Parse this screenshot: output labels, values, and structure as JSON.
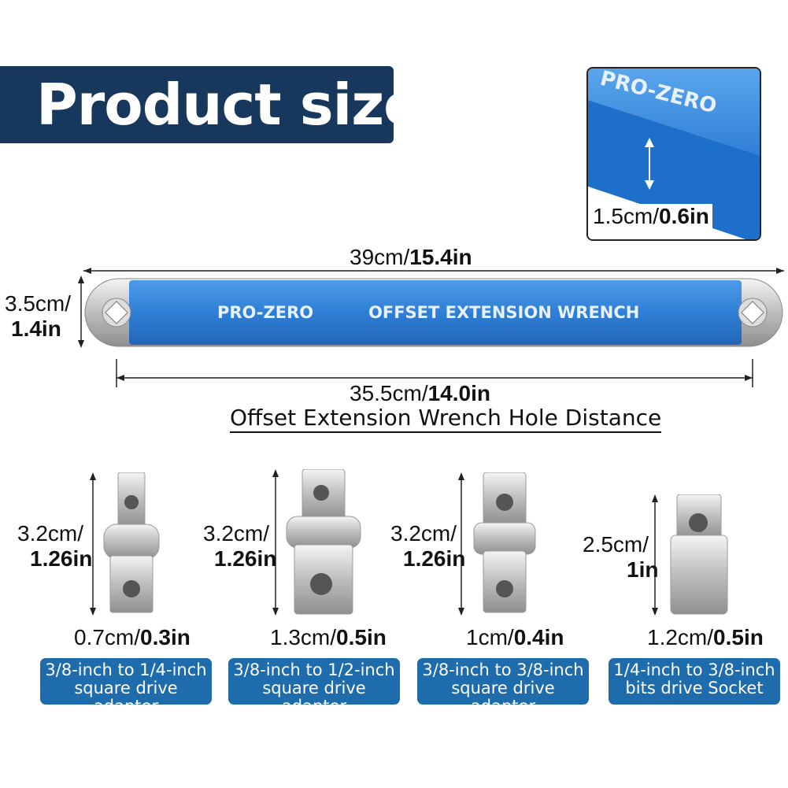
{
  "title": "Product size",
  "brand": "PRO-ZERO",
  "product_name": "OFFSET EXTENSION WRENCH",
  "inset": {
    "brand": "PRO-ZERO",
    "thickness_cm": "1.5cm/",
    "thickness_in": "0.6in"
  },
  "wrench": {
    "length_cm": "39cm/",
    "length_in": "15.4in",
    "width_cm": "3.5cm/",
    "width_in": "1.4in",
    "hole_distance_cm": "35.5cm/",
    "hole_distance_in": "14.0in",
    "hole_distance_caption": "Offset Extension Wrench Hole Distance"
  },
  "adapters": [
    {
      "height_cm": "3.2cm/",
      "height_in": "1.26in",
      "width_cm": "0.7cm/",
      "width_in": "0.3in",
      "label_line1": "3/8-inch to 1/4-inch",
      "label_line2": "square drive adapter"
    },
    {
      "height_cm": "3.2cm/",
      "height_in": "1.26in",
      "width_cm": "1.3cm/",
      "width_in": "0.5in",
      "label_line1": "3/8-inch to 1/2-inch",
      "label_line2": "square drive adapter"
    },
    {
      "height_cm": "3.2cm/",
      "height_in": "1.26in",
      "width_cm": "1cm/",
      "width_in": "0.4in",
      "label_line1": "3/8-inch to 3/8-inch",
      "label_line2": "square drive adapter"
    },
    {
      "height_cm": "2.5cm/",
      "height_in": "1in",
      "width_cm": "1.2cm/",
      "width_in": "0.5in",
      "label_line1": "1/4-inch to 3/8-inch",
      "label_line2": "bits drive Socket"
    }
  ],
  "colors": {
    "banner": "#17375c",
    "wrench_blue": "#2f7fd6",
    "label_blue": "#1f6cad",
    "chrome": "#c9c9c9"
  }
}
